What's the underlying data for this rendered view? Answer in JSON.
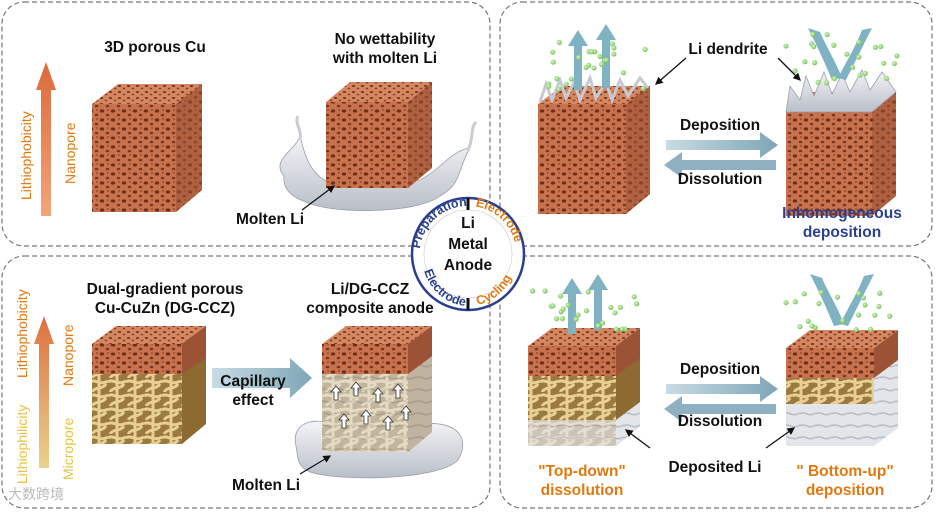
{
  "center": {
    "line1": "Li",
    "line2": "Metal",
    "line3": "Anode"
  },
  "ring": {
    "preparation": "Preparation",
    "electrode_top": "Electrode",
    "electrode_bottom": "Electrode",
    "cycling": "Cycling"
  },
  "top_left": {
    "title1": "3D porous Cu",
    "title2": "No wettability\nwith molten Li",
    "molten": "Molten Li",
    "axis_nanopore": "Nanopore",
    "axis_lithiophobicity": "Lithiophobicity"
  },
  "top_right": {
    "dendrite": "Li dendrite",
    "deposition": "Deposition",
    "dissolution": "Dissolution",
    "inhomogeneous": "Inhomogeneous\ndeposition"
  },
  "bottom_left": {
    "title1": "Dual-gradient porous\nCu-CuZn (DG-CCZ)",
    "title2": "Li/DG-CCZ\ncomposite anode",
    "capillary": "Capillary\neffect",
    "molten": "Molten Li",
    "axis_lithiophobicity": "Lithiophobicity",
    "axis_lithiophilicity": "Lithiophilicity",
    "axis_nanopore": "Nanopore",
    "axis_micropore": "Micropore"
  },
  "bottom_right": {
    "deposition": "Deposition",
    "dissolution": "Dissolution",
    "deposited": "Deposited Li",
    "topdown": "\"Top-down\"\ndissolution",
    "bottomup": "\" Bottom-up\"\ndeposition"
  },
  "watermark": "大数跨境",
  "colors": {
    "copper": "#c8734e",
    "cuzn": "#d9bf85",
    "li": "#d8dbe0",
    "arrow": "#8fb0c0",
    "orange": "#e07a10",
    "blue": "#2b3f8f"
  }
}
